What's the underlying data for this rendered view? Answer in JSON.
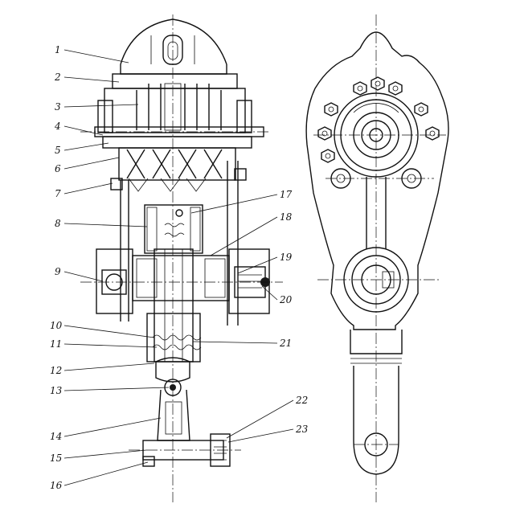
{
  "callouts": {
    "left": [
      "1",
      "2",
      "3",
      "4",
      "5",
      "6",
      "7",
      "8",
      "9",
      "10",
      "11",
      "12",
      "13",
      "14",
      "15",
      "16"
    ],
    "right": [
      "17",
      "18",
      "19",
      "20",
      "21",
      "22",
      "23"
    ]
  }
}
